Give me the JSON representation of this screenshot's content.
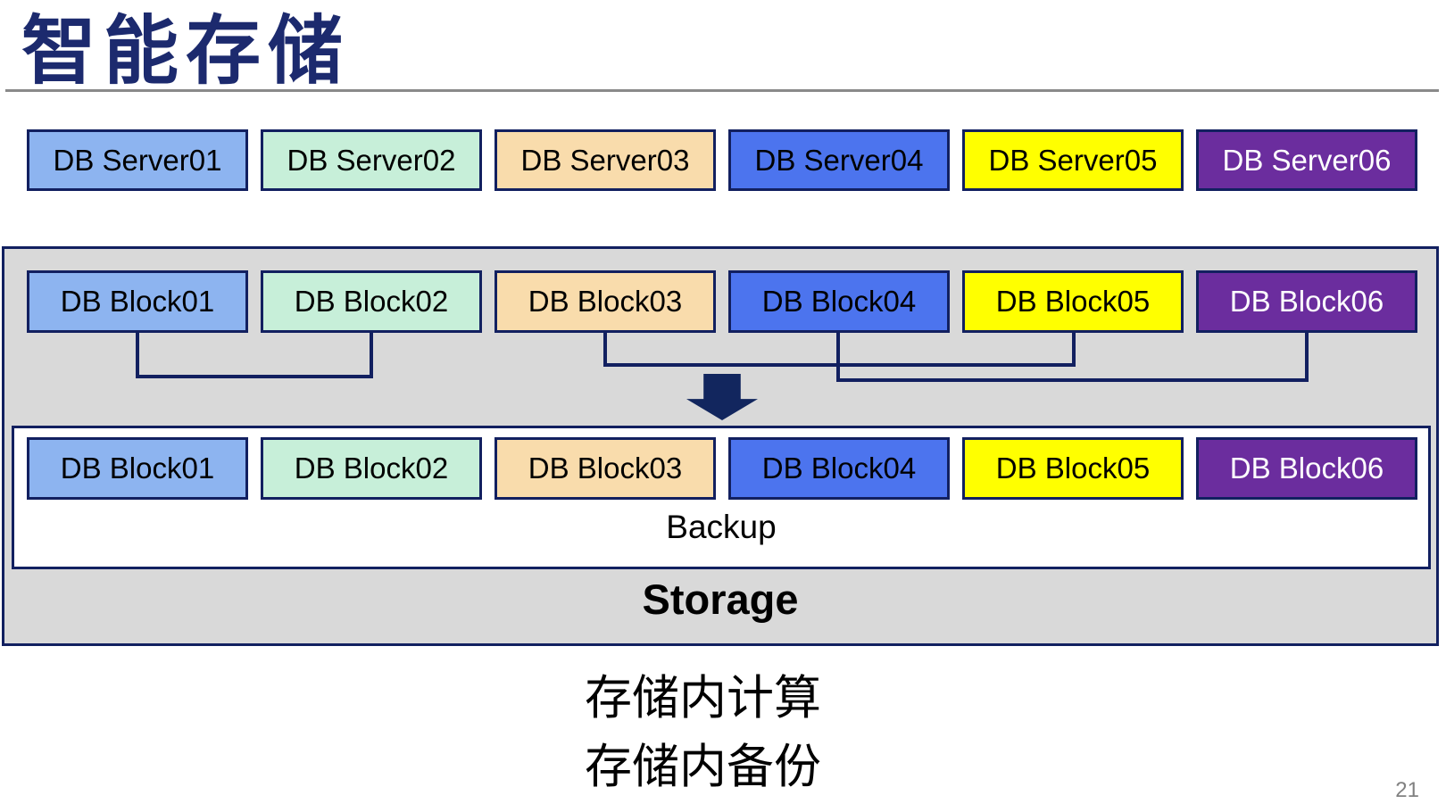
{
  "slide": {
    "title": "智能存储",
    "page_number": "21"
  },
  "captions": {
    "line1": "存储内计算",
    "line2": "存储内备份"
  },
  "servers": {
    "items": [
      {
        "label": "DB Server01"
      },
      {
        "label": "DB Server02"
      },
      {
        "label": "DB Server03"
      },
      {
        "label": "DB Server04"
      },
      {
        "label": "DB Server05"
      },
      {
        "label": "DB Server06"
      }
    ]
  },
  "storage": {
    "label": "Storage",
    "blocks_top": [
      {
        "label": "DB Block01"
      },
      {
        "label": "DB Block02"
      },
      {
        "label": "DB Block03"
      },
      {
        "label": "DB Block04"
      },
      {
        "label": "DB Block05"
      },
      {
        "label": "DB Block06"
      }
    ],
    "backup": {
      "label": "Backup",
      "blocks": [
        {
          "label": "DB Block01"
        },
        {
          "label": "DB Block02"
        },
        {
          "label": "DB Block03"
        },
        {
          "label": "DB Block04"
        },
        {
          "label": "DB Block05"
        },
        {
          "label": "DB Block06"
        }
      ]
    },
    "connections": [
      {
        "from": "DB Block01",
        "to": "DB Block02"
      },
      {
        "from": "DB Block03",
        "to": "DB Block05"
      },
      {
        "from": "DB Block04",
        "to": "DB Block06"
      }
    ]
  },
  "colors": {
    "title_navy": "#1c2a6e",
    "line_navy": "#122060",
    "container_gray": "#d9d9d9",
    "divider_gray": "#8a8a8a",
    "box_fills": [
      "#8db4f0",
      "#c7efd9",
      "#f9dcac",
      "#4c74ee",
      "#ffff00",
      "#6b2d9e"
    ],
    "box_text": [
      "#000000",
      "#000000",
      "#000000",
      "#000000",
      "#000000",
      "#ffffff"
    ]
  }
}
